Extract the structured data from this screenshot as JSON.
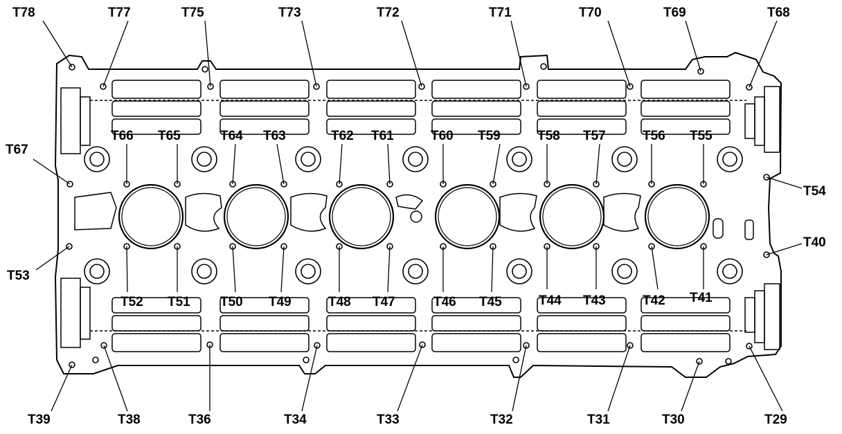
{
  "labels": {
    "T78": "T78",
    "T77": "T77",
    "T75": "T75",
    "T73": "T73",
    "T72": "T72",
    "T71": "T71",
    "T70": "T70",
    "T69": "T69",
    "T68": "T68",
    "T67": "T67",
    "T54": "T54",
    "T53": "T53",
    "T40": "T40",
    "T66": "T66",
    "T65": "T65",
    "T64": "T64",
    "T63": "T63",
    "T62": "T62",
    "T61": "T61",
    "T60": "T60",
    "T59": "T59",
    "T58": "T58",
    "T57": "T57",
    "T56": "T56",
    "T55": "T55",
    "T52": "T52",
    "T51": "T51",
    "T50": "T50",
    "T49": "T49",
    "T48": "T48",
    "T47": "T47",
    "T46": "T46",
    "T45": "T45",
    "T44": "T44",
    "T43": "T43",
    "T42": "T42",
    "T41": "T41",
    "T39": "T39",
    "T38": "T38",
    "T36": "T36",
    "T34": "T34",
    "T33": "T33",
    "T32": "T32",
    "T31": "T31",
    "T30": "T30",
    "T29": "T29"
  },
  "style": {
    "line_color": "#000000",
    "background": "#ffffff"
  }
}
